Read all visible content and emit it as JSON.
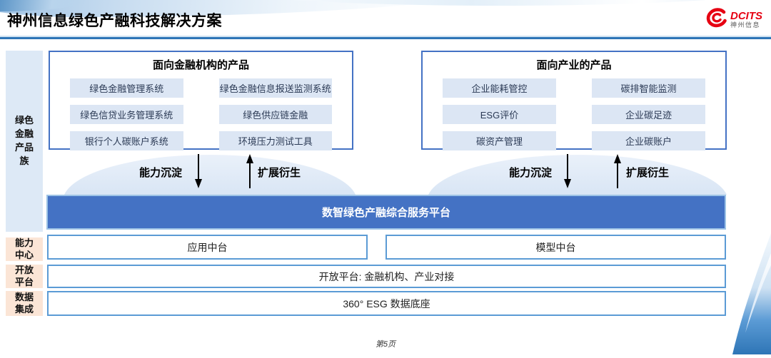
{
  "page": {
    "title": "神州信息绿色产融科技解决方案",
    "page_number": "第5页"
  },
  "logo": {
    "brand": "DCITS",
    "company": "神州信息",
    "brand_color": "#e60012"
  },
  "sidebar": {
    "product_family_label": "绿色\n金融\n产品\n族",
    "capability_center_label": "能力\n中心",
    "open_platform_label": "开放\n平台",
    "data_integration_label": "数据\n集成"
  },
  "finance_products": {
    "title": "面向金融机构的产品",
    "items": [
      "绿色金融管理系统",
      "绿色金融信息报送监测系统",
      "绿色信贷业务管理系统",
      "绿色供应链金融",
      "银行个人碳账户系统",
      "环境压力测试工具"
    ]
  },
  "industry_products": {
    "title": "面向产业的产品",
    "items": [
      "企业能耗管控",
      "碳排智能监测",
      "ESG评价",
      "企业碳足迹",
      "碳资产管理",
      "企业碳账户"
    ]
  },
  "flows": {
    "capability_label": "能力沉淀",
    "expansion_label": "扩展衍生"
  },
  "platform": {
    "title": "数智绿色产融综合服务平台"
  },
  "middle_layers": {
    "app": "应用中台",
    "model": "模型中台"
  },
  "open_platform_row": {
    "text": "开放平台: 金融机构、产业对接"
  },
  "data_base_row": {
    "text": "360° ESG 数据底座"
  },
  "colors": {
    "accent_blue": "#4472c4",
    "row_border_blue": "#5b9bd5",
    "chip_bg": "#dce6f4",
    "sidebar_blue_bg": "#dde9f6",
    "sidebar_orange_bg": "#fbe5d6",
    "rule_blue": "#2e75b6",
    "brand_red": "#e60012"
  }
}
